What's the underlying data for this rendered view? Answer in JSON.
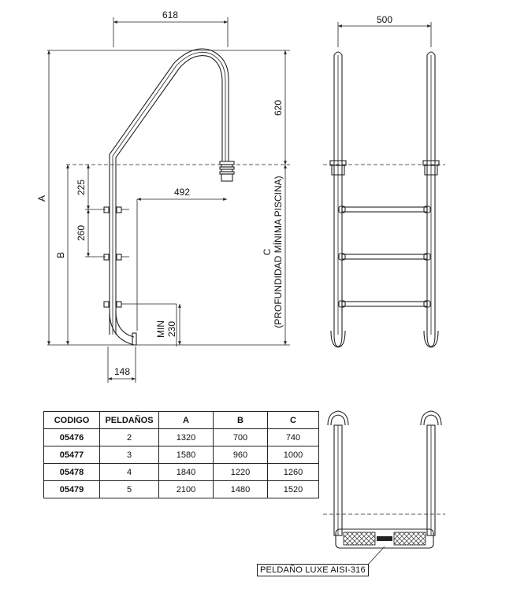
{
  "side_view": {
    "dim_width_top": "618",
    "dim_handrail_height": "620",
    "dim_A": "A",
    "dim_B": "B",
    "dim_C": "C",
    "dim_225": "225",
    "dim_260": "260",
    "dim_492": "492",
    "dim_min": "MIN",
    "dim_230": "230",
    "dim_148": "148",
    "pool_depth_note": "(PROFUNDIDAD MÍNIMA PISCINA)"
  },
  "front_view": {
    "dim_width": "500"
  },
  "table": {
    "headers": [
      "CODIGO",
      "PELDAÑOS",
      "A",
      "B",
      "C"
    ],
    "rows": [
      [
        "05476",
        "2",
        "1320",
        "700",
        "740"
      ],
      [
        "05477",
        "3",
        "1580",
        "960",
        "1000"
      ],
      [
        "05478",
        "4",
        "1840",
        "1220",
        "1260"
      ],
      [
        "05479",
        "5",
        "2100",
        "1480",
        "1520"
      ]
    ]
  },
  "top_view": {
    "step_label": "PELDAÑO LUXE AISI-316"
  }
}
